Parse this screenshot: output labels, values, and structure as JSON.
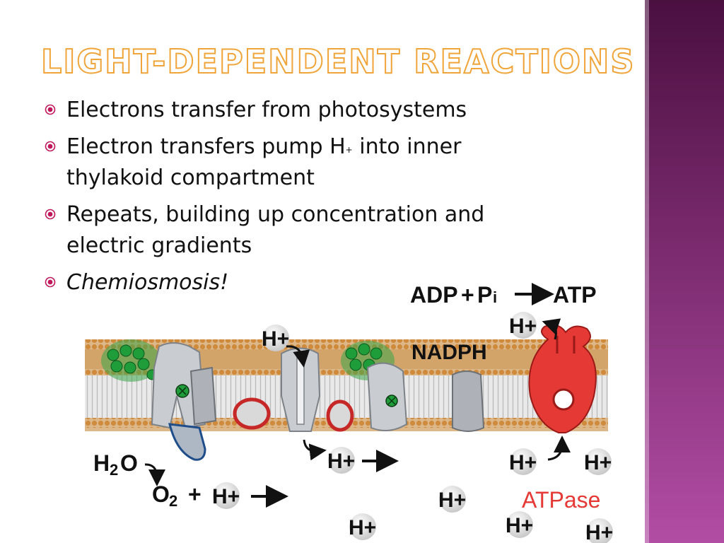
{
  "slide": {
    "title": "Light-Dependent Reactions",
    "bullets": [
      {
        "text": "Electrons transfer from photosystems",
        "italic": false
      },
      {
        "text_before": "Electron transfers pump H",
        "superscript": "+",
        "text_after": " into inner thylakoid compartment",
        "italic": false
      },
      {
        "text": "Repeats, building up concentration and electric gradients",
        "italic": false
      },
      {
        "text": "Chemiosmosis!",
        "italic": true
      }
    ]
  },
  "diagram": {
    "labels": {
      "adp": "ADP",
      "plus": "+",
      "pi_p": "P",
      "pi_i": "i",
      "atp": "ATP",
      "nadph": "NADPH",
      "h2o_h": "H",
      "h2o_2": "2",
      "h2o_o": "O",
      "o2_o": "O",
      "o2_2": "2",
      "o2_plus": "+",
      "atpase": "ATPase",
      "hplus": "H+"
    },
    "colors": {
      "title_outline": "#f0a53a",
      "bullet_marker": "#c2185b",
      "membrane_head": "#d08a3c",
      "atpase_red": "#e53935",
      "chlorophyll_green": "#1f9d3a",
      "sidebar_purple": "#7a2a6e"
    }
  }
}
